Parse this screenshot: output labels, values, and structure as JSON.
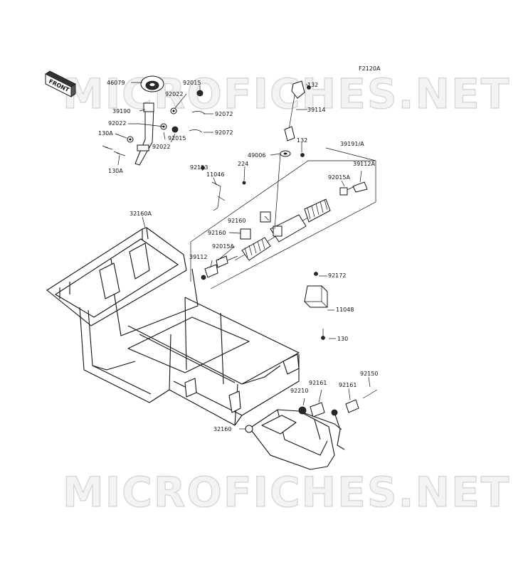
{
  "diagram_code": "F2120A",
  "front_label": "FRONT",
  "watermark": "MICROFICHES.NET",
  "labels": {
    "p46079": "46079",
    "p92015_top": "92015",
    "p92022_a": "92022",
    "p39190": "39190",
    "p92072_a": "92072",
    "p92022_b": "92022",
    "p130A_a": "130A",
    "p92015_b": "92015",
    "p92022_c": "92022",
    "p92072_b": "92072",
    "p130A_b": "130A",
    "p132_a": "132",
    "p39114": "39114",
    "p132_b": "132",
    "p49006": "49006",
    "p39191A": "39191/A",
    "p92153": "92153",
    "p11046": "11046",
    "p224": "224",
    "p39112A": "39112A",
    "p92015A_a": "92015A",
    "p32160A": "32160A",
    "p92160_a": "92160",
    "p92160_b": "92160",
    "p92015A_b": "92015A",
    "p39112": "39112",
    "p92172": "92172",
    "p11048": "11048",
    "p130": "130",
    "p92150": "92150",
    "p92161_a": "92161",
    "p92210": "92210",
    "p92161_b": "92161",
    "p32160": "32160"
  }
}
